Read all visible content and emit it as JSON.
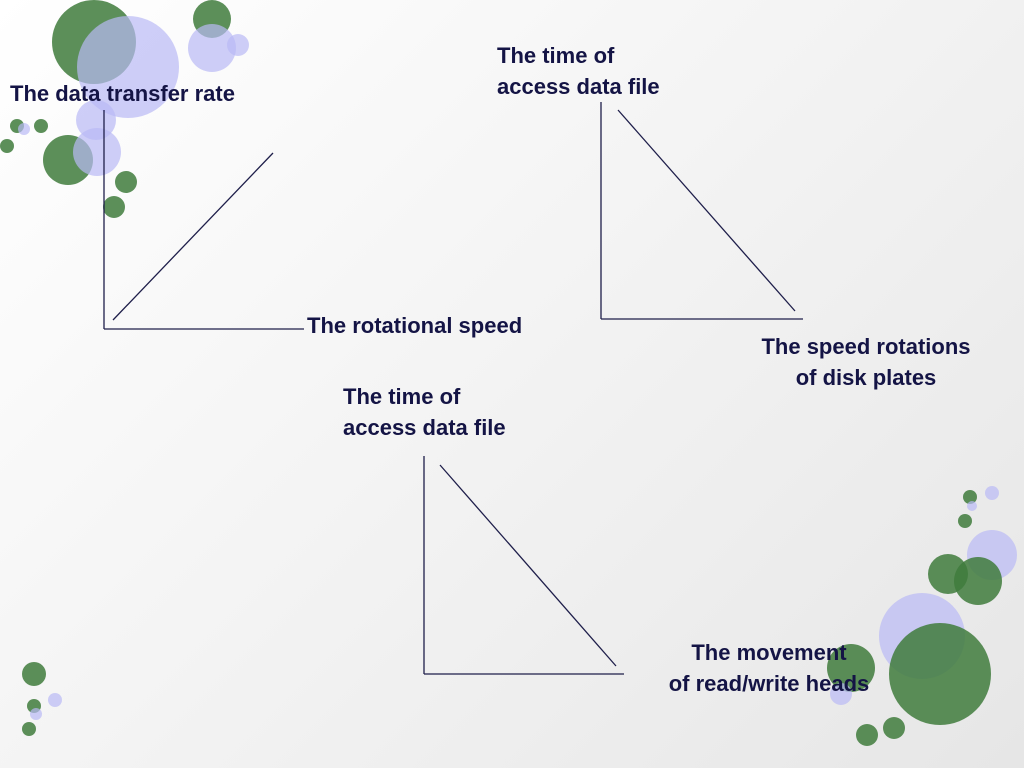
{
  "colors": {
    "text": "#141445",
    "axis": "#1e1e4a",
    "bubble_green": "#3f7b3c",
    "bubble_lavender": "#b9b9f5"
  },
  "diagrams": [
    {
      "id": "transfer-rate-vs-rotational-speed",
      "trend": "increasing",
      "y_axis_label": [
        "The data transfer rate"
      ],
      "x_axis_label": [
        "The rotational speed"
      ]
    },
    {
      "id": "access-time-vs-rotation-speed",
      "trend": "decreasing",
      "y_axis_label": [
        "The time of",
        "access data file"
      ],
      "x_axis_label": [
        "The speed rotations",
        "of disk plates"
      ]
    },
    {
      "id": "access-time-vs-head-movement",
      "trend": "decreasing",
      "y_axis_label": [
        "The time of",
        "access data file"
      ],
      "x_axis_label": [
        "The movement",
        "of read/write heads"
      ]
    }
  ]
}
